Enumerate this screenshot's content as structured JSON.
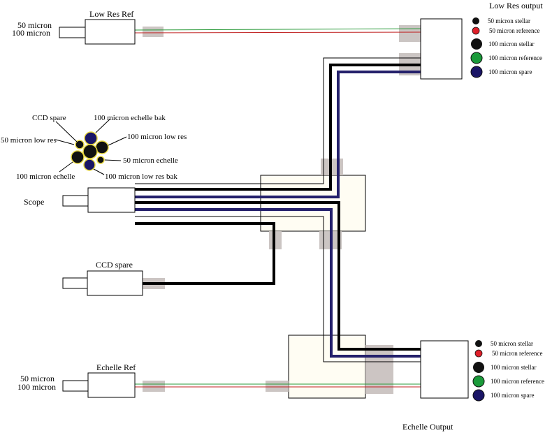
{
  "labels": {
    "low_res_ref": "Low Res Ref",
    "low_res_ref_50": "50 micron",
    "low_res_ref_100": "100 micron",
    "low_res_output": "Low Res output",
    "echelle_ref": "Echelle Ref",
    "echelle_ref_50": "50 micron",
    "echelle_ref_100": "100 micron",
    "echelle_output": "Echelle Output",
    "scope": "Scope",
    "ccd_spare": "CCD spare"
  },
  "bundle_labels": {
    "ccd_spare": "CCD spare",
    "echelle_bak": "100 micron echelle bak",
    "low_res_50": "50 micron low res",
    "low_res_100": "100 micron low res",
    "echelle_50": "50 micron echelle",
    "echelle_100": "100 micron echelle",
    "low_res_bak": "100 micron low res bak"
  },
  "low_res_legend": [
    {
      "text": "50 micron stellar",
      "color": "#111111"
    },
    {
      "text": "50 micron reference",
      "color": "#e0202a"
    },
    {
      "text": "100 micron stellar",
      "color": "#111111"
    },
    {
      "text": "100 micron reference",
      "color": "#1a9a3a"
    },
    {
      "text": "100 micron spare",
      "color": "#1a1566"
    }
  ],
  "echelle_legend": [
    {
      "text": "50 micron stellar",
      "color": "#111111"
    },
    {
      "text": "50 micron reference",
      "color": "#e0202a"
    },
    {
      "text": "100 micron stellar",
      "color": "#111111"
    },
    {
      "text": "100 micron reference",
      "color": "#1a9a3a"
    },
    {
      "text": "100 micron spare",
      "color": "#1a1566"
    }
  ],
  "colors": {
    "fiber_black": "#000000",
    "fiber_navy": "#24206b",
    "fiber_green": "#2a9a3a",
    "fiber_red": "#c02020",
    "connector_gray": "#c9c2c0",
    "junction_fill": "#fffdf3"
  }
}
